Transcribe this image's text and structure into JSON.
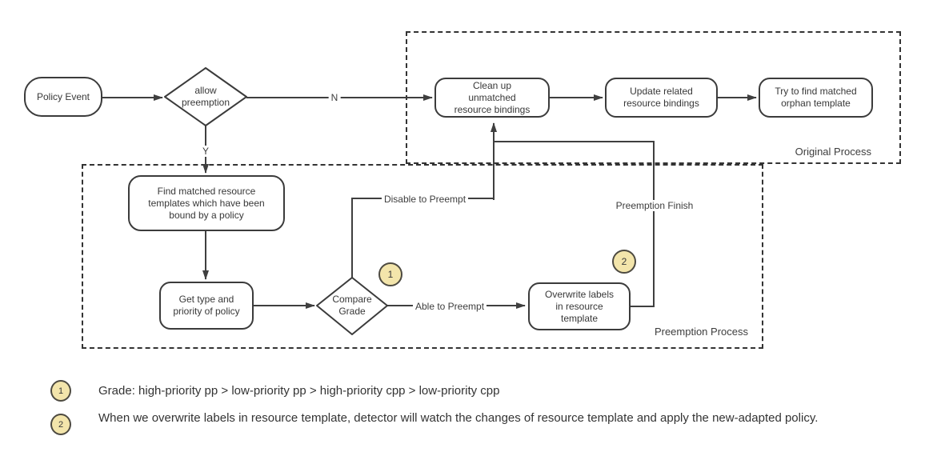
{
  "colors": {
    "line": "#3f3f3f",
    "node_border": "#3b3b3b",
    "node_fill": "#ffffff",
    "text": "#383838",
    "badge_fill": "#f3e5ab",
    "badge_border": "#4d4a41",
    "group_border": "#333333"
  },
  "groups": {
    "original_process": {
      "label": "Original Process"
    },
    "preemption_process": {
      "label": "Preemption Process"
    }
  },
  "nodes": {
    "policy_event": "Policy Event",
    "allow_preemption": "allow preemption",
    "clean_up": "Clean up unmatched resource bindings",
    "update_bindings": "Update related resource bindings",
    "find_orphan": "Try to find matched orphan template",
    "find_templates": "Find matched resource templates which have been bound by a policy",
    "get_priority": "Get type and priority of policy",
    "compare_grade": "Compare Grade",
    "overwrite_labels": "Overwrite labels in resource template"
  },
  "edge_labels": {
    "n": "N",
    "y": "Y",
    "able_to_preempt": "Able to Preempt",
    "disable_to_preempt": "Disable to Preempt",
    "preemption_finish": "Preemption Finish"
  },
  "badges": {
    "compare_grade_note": "1",
    "overwrite_note": "2"
  },
  "notes": [
    {
      "badge": "1",
      "text": "Grade: high-priority pp > low-priority pp > high-priority cpp > low-priority cpp"
    },
    {
      "badge": "2",
      "text": "When we overwrite labels in resource template, detector will watch the changes of resource template and apply the new-adapted policy."
    }
  ]
}
